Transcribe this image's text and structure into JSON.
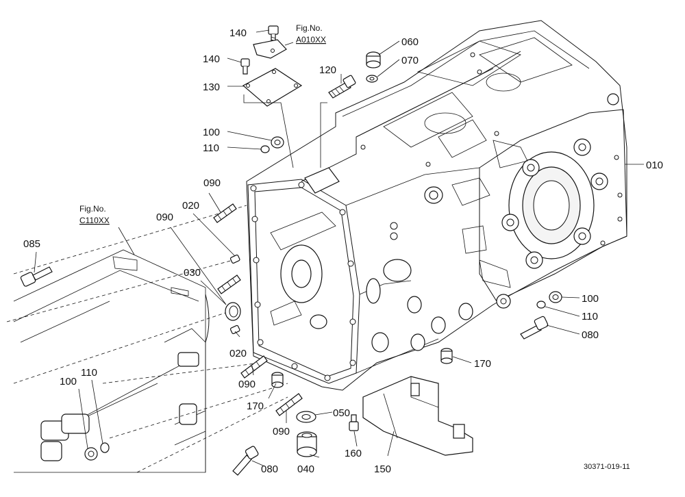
{
  "diagram": {
    "drawing_ref": "30371-019-11",
    "figure_refs": [
      {
        "prefix": "Fig.No.",
        "code": "A010XX"
      },
      {
        "prefix": "Fig.No.",
        "code": "C110XX"
      }
    ],
    "callouts": [
      "140",
      "140",
      "130",
      "100",
      "110",
      "090",
      "020",
      "090",
      "030",
      "020",
      "085",
      "100",
      "110",
      "060",
      "070",
      "120",
      "010",
      "100",
      "110",
      "080",
      "170",
      "090",
      "170",
      "090",
      "050",
      "040",
      "080",
      "160",
      "150"
    ]
  }
}
